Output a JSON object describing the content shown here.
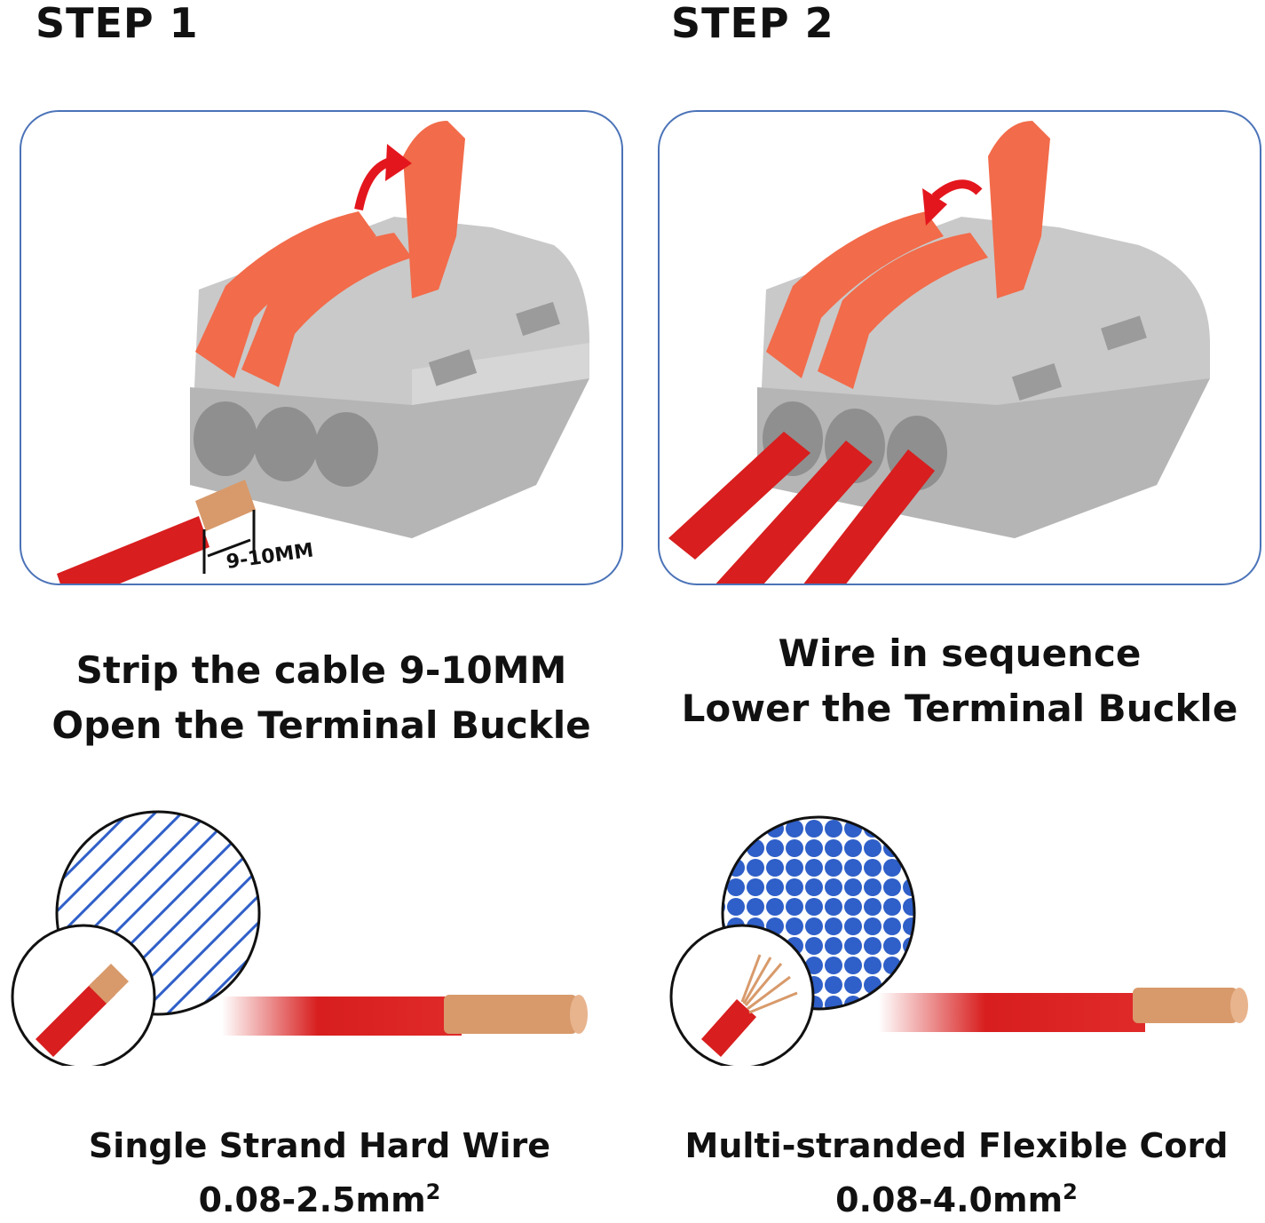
{
  "steps": [
    {
      "title": "STEP 1",
      "caption_line1": "Strip the cable 9-10MM",
      "caption_line2": "Open the Terminal Buckle",
      "dimension_label": "9-10MM"
    },
    {
      "title": "STEP 2",
      "caption_line1": "Wire in sequence",
      "caption_line2": "Lower the Terminal Buckle"
    }
  ],
  "wire_types": [
    {
      "name": "Single Strand Hard Wire",
      "spec_value": "0.08-2.5mm",
      "spec_exponent": "2"
    },
    {
      "name": "Multi-stranded Flexible Cord",
      "spec_value": "0.08-4.0mm",
      "spec_exponent": "2"
    }
  ],
  "colors": {
    "panel_border": "#4b73b8",
    "housing_gray": "#c9c9c9",
    "lever_orange": "#f26b4a",
    "wire_red": "#d81e1e",
    "copper": "#d89a6b",
    "arrow_red": "#e4161d",
    "strand_blue": "#2f5fc8"
  },
  "icons": [
    "rotate-arrow-icon",
    "terminal-connector-icon",
    "solid-core-cross-section-icon",
    "stranded-cross-section-icon"
  ]
}
